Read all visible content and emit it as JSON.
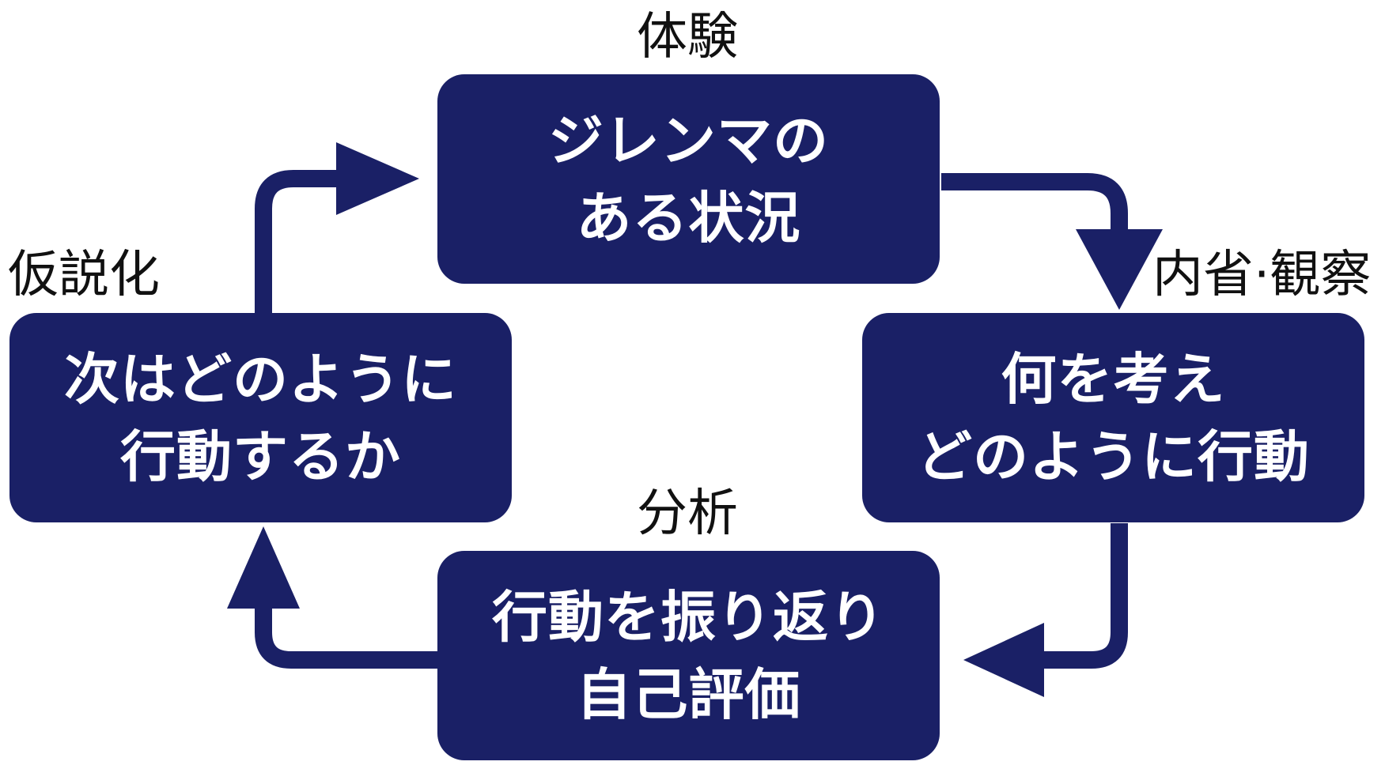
{
  "colors": {
    "box_fill": "#1a2066",
    "arrow": "#1a2066",
    "box_text": "#ffffff",
    "label_text": "#111111"
  },
  "stages": {
    "experience": {
      "label": "体験",
      "line1": "ジレンマの",
      "line2": "ある状況"
    },
    "reflection": {
      "label": "内省·観察",
      "line1": "何を考え",
      "line2": "どのように行動"
    },
    "analysis": {
      "label": "分析",
      "line1": "行動を振り返り",
      "line2": "自己評価"
    },
    "hypothesis": {
      "label": "仮説化",
      "line1": "次はどのように",
      "line2": "行動するか"
    }
  }
}
